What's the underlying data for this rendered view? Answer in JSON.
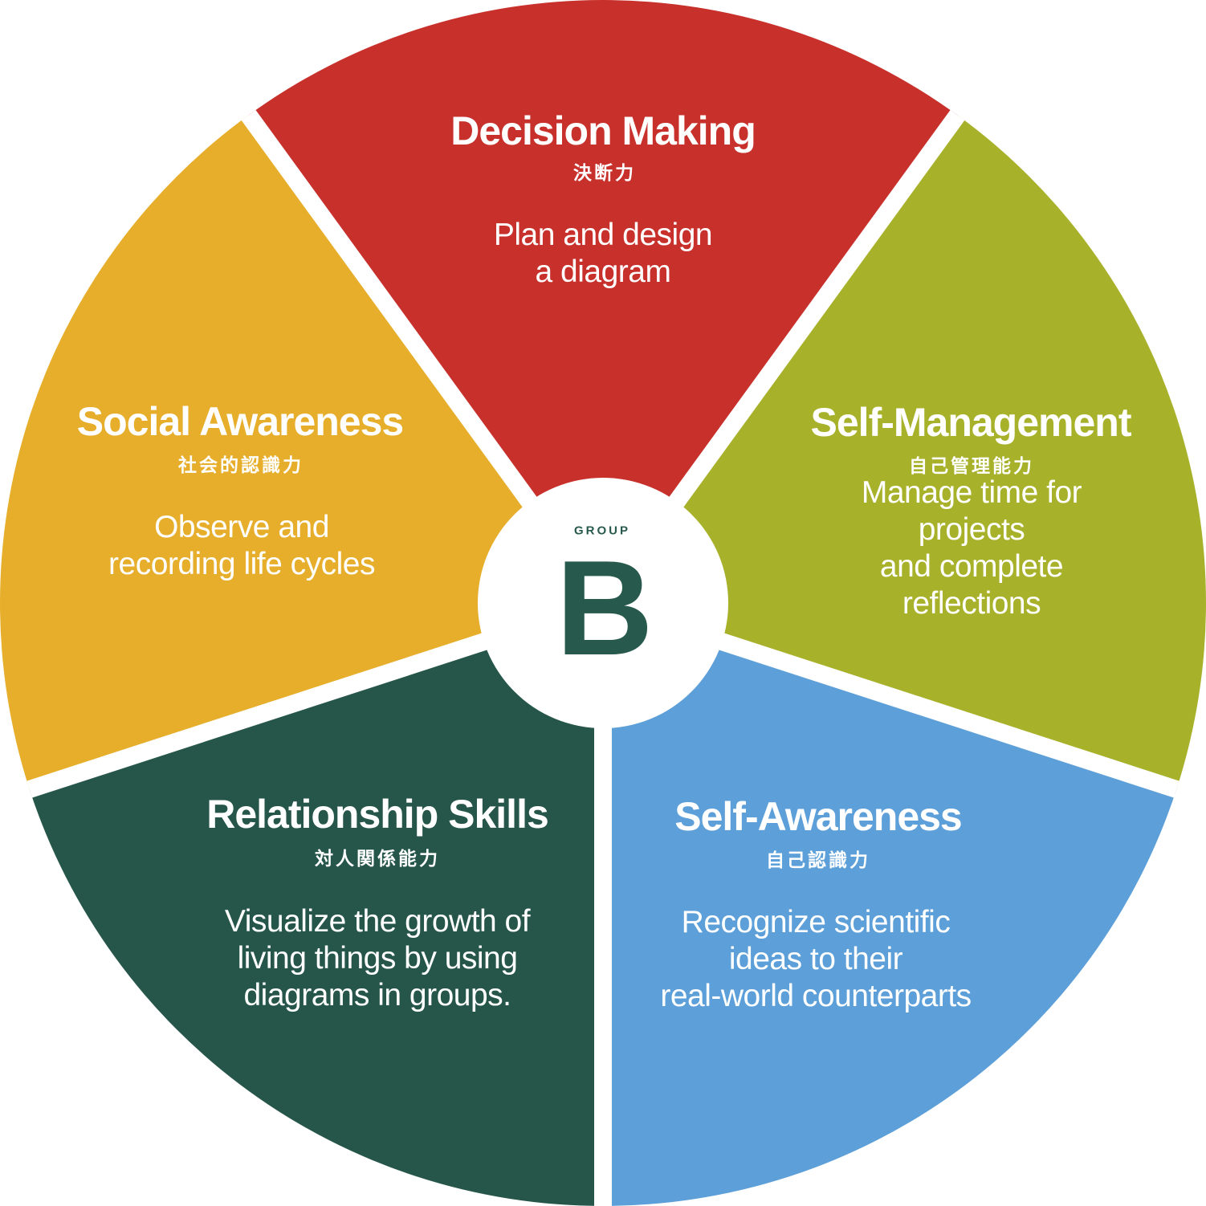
{
  "center": {
    "group_label": "GROUP",
    "letter": "B",
    "text_color": "#27594C"
  },
  "divider_color": "#FFFFFF",
  "background_color": "#FFFFFF",
  "segments": [
    {
      "id": "decision-making",
      "title": "Decision Making",
      "title_ja": "決断力",
      "description": "Plan and design\na diagram",
      "color": "#C8302B",
      "position": "top"
    },
    {
      "id": "self-management",
      "title": "Self-Management",
      "title_ja": "自己管理能力",
      "description": "Manage time for projects\nand complete reflections",
      "color": "#A8B12A",
      "position": "right"
    },
    {
      "id": "self-awareness",
      "title": "Self-Awareness",
      "title_ja": "自己認識力",
      "description": "Recognize scientific\nideas to their\nreal-world counterparts",
      "color": "#5D9FD8",
      "position": "bottom-right"
    },
    {
      "id": "relationship-skills",
      "title": "Relationship Skills",
      "title_ja": "対人関係能力",
      "description": "Visualize the growth of\nliving things by using\ndiagrams in groups.",
      "color": "#26564A",
      "position": "bottom-left"
    },
    {
      "id": "social-awareness",
      "title": "Social Awareness",
      "title_ja": "社会的認識力",
      "description": "Observe and\nrecording life cycles",
      "color": "#E6AE2B",
      "position": "left"
    }
  ]
}
